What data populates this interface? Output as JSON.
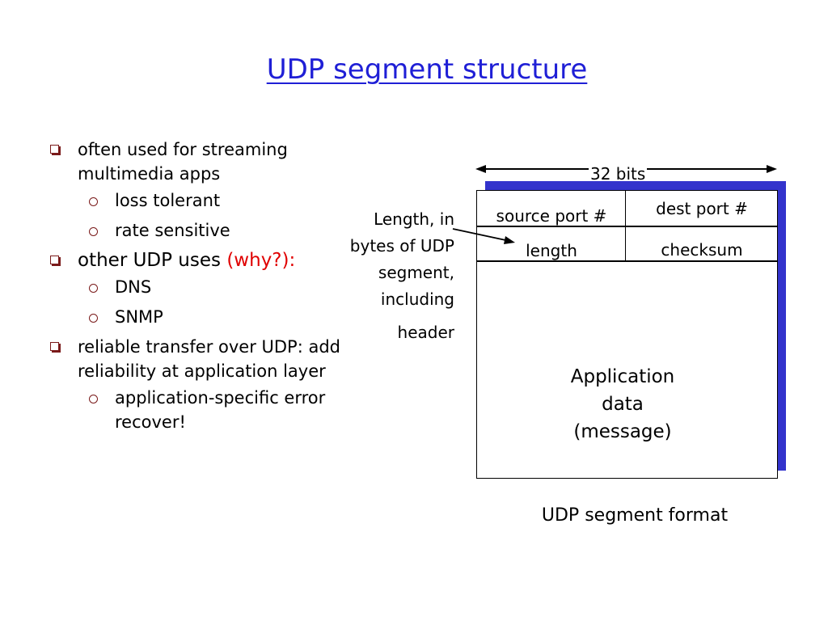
{
  "title": "UDP segment structure",
  "bullets": [
    {
      "text": "often used for streaming multimedia apps",
      "sub": [
        "loss tolerant",
        "rate sensitive"
      ]
    },
    {
      "text": "other UDP uses ",
      "emphasis": "(why?):",
      "sub": [
        "DNS",
        "SNMP"
      ]
    },
    {
      "text": "reliable transfer over UDP: add reliability at application layer",
      "sub": [
        "application-specific error recover!"
      ]
    }
  ],
  "diagram": {
    "width_label": "32 bits",
    "length_note": [
      "Length, in",
      "bytes of UDP",
      "segment,",
      "including",
      "header"
    ],
    "fields": {
      "source_port": "source port #",
      "dest_port": "dest port #",
      "length": "length",
      "checksum": "checksum"
    },
    "payload": [
      "Application",
      "data",
      "(message)"
    ],
    "caption": "UDP segment format",
    "colors": {
      "title": "#1f1fd6",
      "shadow": "#3333cc",
      "emphasis": "#e00000"
    }
  }
}
